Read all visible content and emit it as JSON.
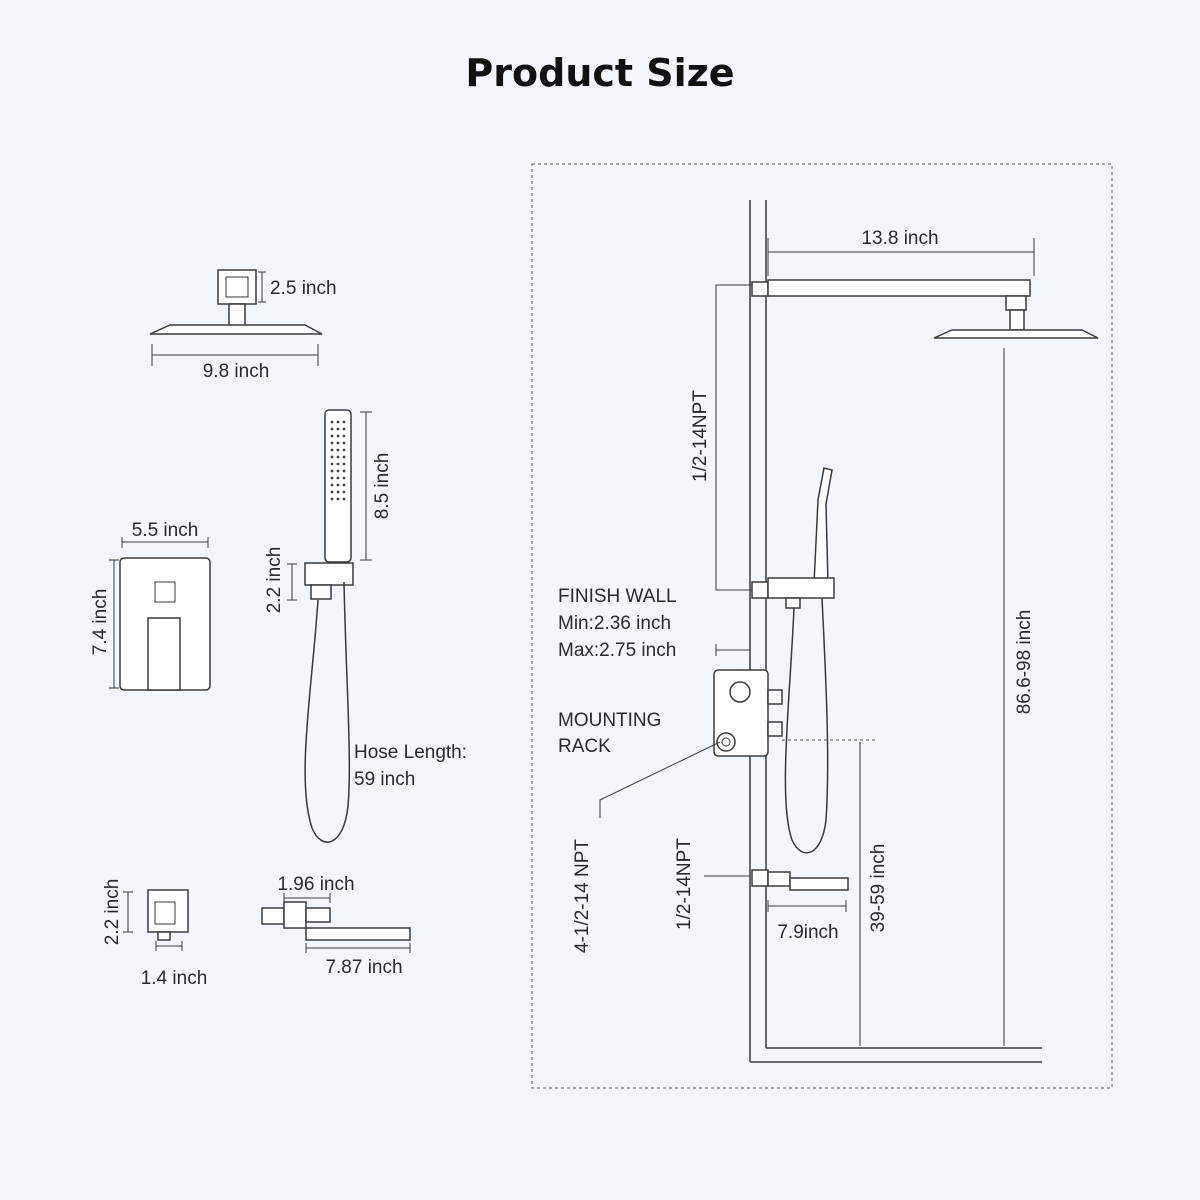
{
  "title": "Product Size",
  "left": {
    "head_height": "2.5 inch",
    "head_width": "9.8 inch",
    "handheld_length": "8.5 inch",
    "holder_height": "2.2 inch",
    "valve_width": "5.5 inch",
    "valve_height": "7.4 inch",
    "hose_length_line1": "Hose Length:",
    "hose_length_line2": "59 inch",
    "outlet_height": "2.2 inch",
    "outlet_width": "1.4 inch",
    "spout_depth": "1.96 inch",
    "spout_length": "7.87 inch"
  },
  "right": {
    "arm_length": "13.8 inch",
    "npt_top": "1/2-14NPT",
    "finish_wall_title": "FINISH WALL",
    "finish_wall_min": "Min:2.36 inch",
    "finish_wall_max": "Max:2.75 inch",
    "mounting_rack_line1": "MOUNTING",
    "mounting_rack_line2": "RACK",
    "npt_rack": "4-1/2-14 NPT",
    "npt_bottom": "1/2-14NPT",
    "spout_reach": "7.9inch",
    "spout_height": "39-59 inch",
    "head_height": "86.6-98 inch"
  }
}
